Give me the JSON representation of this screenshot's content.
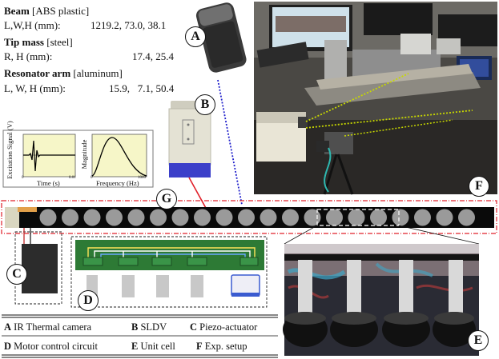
{
  "specs": {
    "beam_title": "Beam",
    "beam_material": "[ABS plastic]",
    "beam_dims_label": "L,W,H (mm):",
    "beam_dims_value": "1219.2, 73.0, 38.1",
    "tip_title": "Tip mass",
    "tip_material": "[steel]",
    "tip_dims_label": "R, H (mm):",
    "tip_dims_value": "17.4, 25.4",
    "res_title": "Resonator arm",
    "res_material": "[aluminum]",
    "res_dims_label": "L, W, H (mm):",
    "res_dims_value": "15.9,   7.1, 50.4"
  },
  "excitation_plot": {
    "ylabel": "Excitation Signal (V)",
    "xlabel": "Time (s)",
    "x_ticks": [
      "0",
      "0.01"
    ]
  },
  "magnitude_plot": {
    "ylabel": "Magnitude",
    "xlabel": "Frequency (Hz)",
    "x_ticks": [
      "0",
      "1000"
    ]
  },
  "labels": {
    "A": "A",
    "B": "B",
    "C": "C",
    "D": "D",
    "E": "E",
    "F": "F",
    "G": "G"
  },
  "legend": [
    {
      "key": "A",
      "text": "IR Thermal camera"
    },
    {
      "key": "B",
      "text": "SLDV"
    },
    {
      "key": "C",
      "text": "Piezo-actuator"
    },
    {
      "key": "D",
      "text": "Motor control circuit"
    },
    {
      "key": "E",
      "text": "Unit cell"
    },
    {
      "key": "F",
      "text": "Exp. setup"
    }
  ],
  "colors": {
    "beam": "#0a0a0a",
    "disc": "#9a9a9a",
    "dash_red": "#e0202a",
    "dash_blue": "#2222cc",
    "laser_green": "#c8d800",
    "circuit_green": "#2d7a35",
    "plot_bg": "#f6f6c8"
  }
}
